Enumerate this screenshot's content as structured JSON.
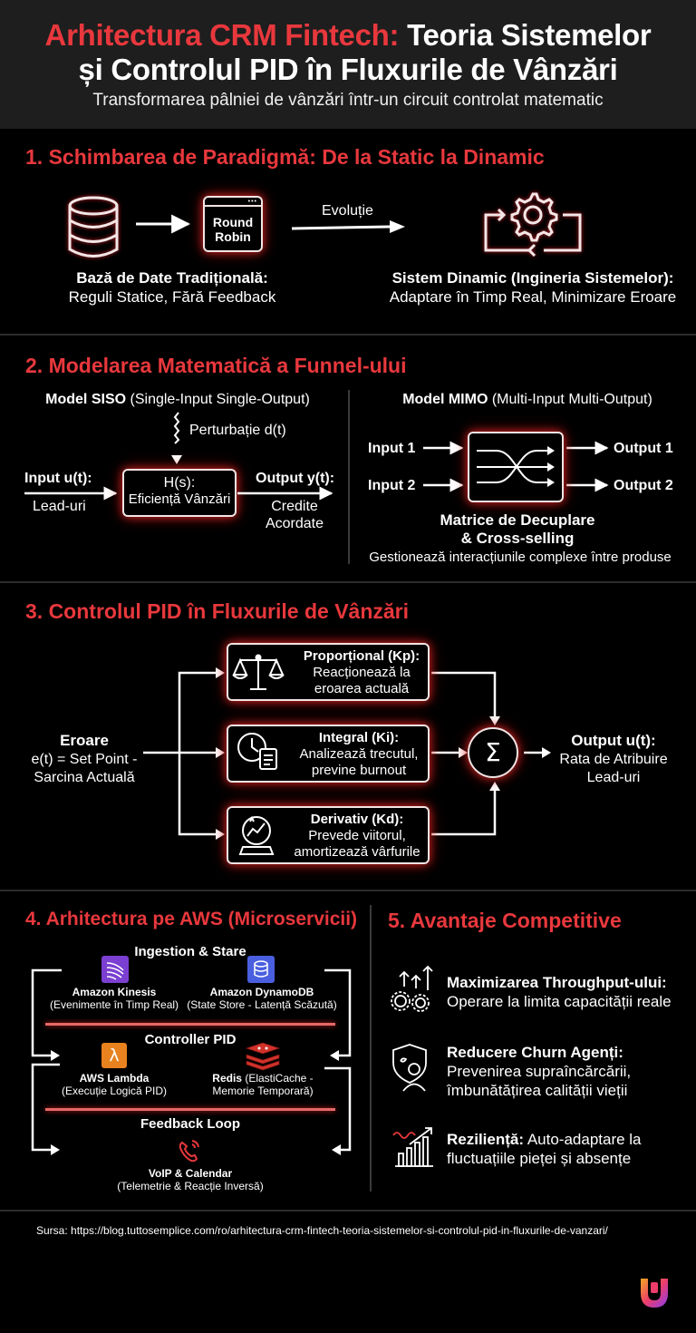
{
  "header": {
    "title_red": "Arhitectura CRM Fintech:",
    "title_white": "Teoria Sistemelor",
    "title_line2": "și Controlul PID în Fluxurile de Vânzări",
    "subtitle": "Transformarea pâlniei de vânzări într-un circuit controlat matematic"
  },
  "section1": {
    "title": "1. Schimbarea de Paradigmă: De la Static la Dinamic",
    "round_robin_line1": "Round",
    "round_robin_line2": "Robin",
    "evolution": "Evoluție",
    "left_title": "Bază de Date Tradițională:",
    "left_desc": "Reguli Statice, Fără Feedback",
    "right_title": "Sistem Dinamic (Ingineria Sistemelor):",
    "right_desc": "Adaptare în Timp Real, Minimizare Eroare"
  },
  "section2": {
    "title": "2. Modelarea Matematică a Funnel-ului",
    "siso_bold": "Model SISO",
    "siso_rest": " (Single-Input Single-Output)",
    "perturbation": "Perturbație d(t)",
    "input_label": "Input u(t):",
    "input_desc": "Lead-uri",
    "hs_line1": "H(s):",
    "hs_line2": "Eficiență Vânzări",
    "output_label": "Output y(t):",
    "output_desc_line1": "Credite",
    "output_desc_line2": "Acordate",
    "mimo_bold": "Model MIMO",
    "mimo_rest": " (Multi-Input Multi-Output)",
    "input1": "Input 1",
    "input2": "Input 2",
    "output1": "Output 1",
    "output2": "Output 2",
    "matrix_line1": "Matrice de Decuplare",
    "matrix_line2": "& Cross-selling",
    "matrix_desc": "Gestionează interacțiunile complexe între produse"
  },
  "section3": {
    "title": "3. Controlul PID în Fluxurile de Vânzări",
    "error_label": "Eroare",
    "error_desc_line1": "e(t) = Set Point -",
    "error_desc_line2": "Sarcina Actuală",
    "p_title": "Proporțional (Kp):",
    "p_line1": "Reacționează la",
    "p_line2": "eroarea actuală",
    "i_title": "Integral (Ki):",
    "i_line1": "Analizează trecutul,",
    "i_line2": "previne burnout",
    "d_title": "Derivativ (Kd):",
    "d_line1": "Prevede viitorul,",
    "d_line2": "amortizează vârfurile",
    "sum_symbol": "Σ",
    "output_label": "Output u(t):",
    "output_line1": "Rata de Atribuire",
    "output_line2": "Lead-uri"
  },
  "section4": {
    "title": "4. Arhitectura pe AWS (Microservicii)",
    "ingestion": "Ingestion & Stare",
    "kinesis_name": "Amazon Kinesis",
    "kinesis_desc": "(Evenimente în Timp Real)",
    "dynamo_name": "Amazon DynamoDB",
    "dynamo_desc": "(State Store - Latență Scăzută)",
    "controller": "Controller PID",
    "lambda_name": "AWS Lambda",
    "lambda_desc": "(Execuție Logică PID)",
    "redis_name": "Redis",
    "redis_rest": " (ElastiCache -",
    "redis_desc": "Memorie Temporară)",
    "feedback": "Feedback Loop",
    "voip_name": "VoIP & Calendar",
    "voip_desc": "(Telemetrie & Reacție Inversă)"
  },
  "section5": {
    "title": "5. Avantaje Competitive",
    "a1_title": "Maximizarea Throughput-ului:",
    "a1_desc": "Operare la limita capacității reale",
    "a2_title": "Reducere Churn Agenți:",
    "a2_line1": "Prevenirea supraîncărcării,",
    "a2_line2": "îmbunătățirea calității vieții",
    "a3_title": "Reziliență:",
    "a3_line1": " Auto-adaptare la",
    "a3_line2": "fluctuațiile pieței și absențe"
  },
  "footer": {
    "source": "Sursa: https://blog.tuttosemplice.com/ro/arhitectura-crm-fintech-teoria-sistemelor-si-controlul-pid-in-fluxurile-de-vanzari/"
  },
  "icons": {
    "database": "database-icon",
    "gear_cycle": "gear-cycle-icon",
    "scale": "scale-icon",
    "clock": "clock-document-icon",
    "crystal_ball": "crystal-ball-icon",
    "kinesis": "kinesis-icon",
    "dynamodb": "dynamodb-icon",
    "lambda": "lambda-icon",
    "redis": "redis-icon",
    "phone": "phone-icon",
    "throughput": "throughput-gears-icon",
    "agent": "agent-shield-icon",
    "resilience": "resilience-chart-icon",
    "logo": "brand-logo-icon"
  },
  "colors": {
    "accent_red": "#e8383d",
    "background": "#000000",
    "header_bg": "#1e1e1e",
    "kinesis": "#7b3fd1",
    "dynamodb": "#4a5fe0",
    "lambda": "#e8821f",
    "redis": "#d0322a"
  }
}
